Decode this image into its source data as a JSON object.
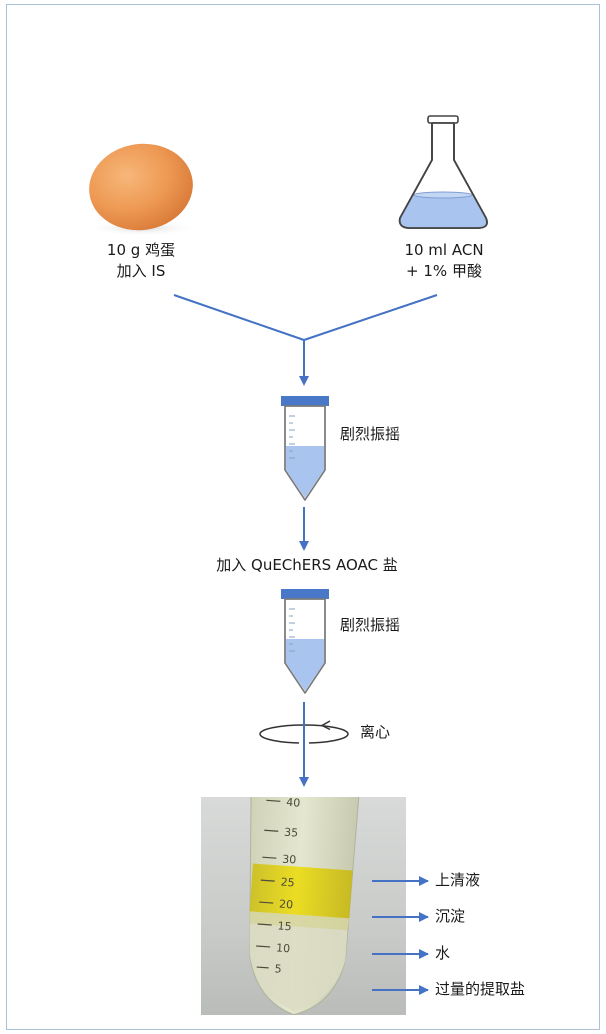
{
  "left_input": {
    "line1": "10 g 鸡蛋",
    "line2": "加入 IS"
  },
  "right_input": {
    "line1": "10 ml ACN",
    "line2": "+ 1% 甲酸"
  },
  "step1": {
    "label": "剧烈振摇"
  },
  "step2": {
    "label": "加入 QuEChERS AOAC 盐"
  },
  "step3": {
    "label": "剧烈振摇"
  },
  "step4": {
    "label": "离心"
  },
  "tube_scale": [
    "40",
    "35",
    "30",
    "25",
    "20",
    "15",
    "10",
    "5"
  ],
  "layers": [
    "上清液",
    "沉淀",
    "水",
    "过量的提取盐"
  ],
  "colors": {
    "arrow": "#4472c4",
    "cap": "#4a78c8",
    "liquid": "#a9c4ee",
    "supernatant": "#e6d400"
  }
}
